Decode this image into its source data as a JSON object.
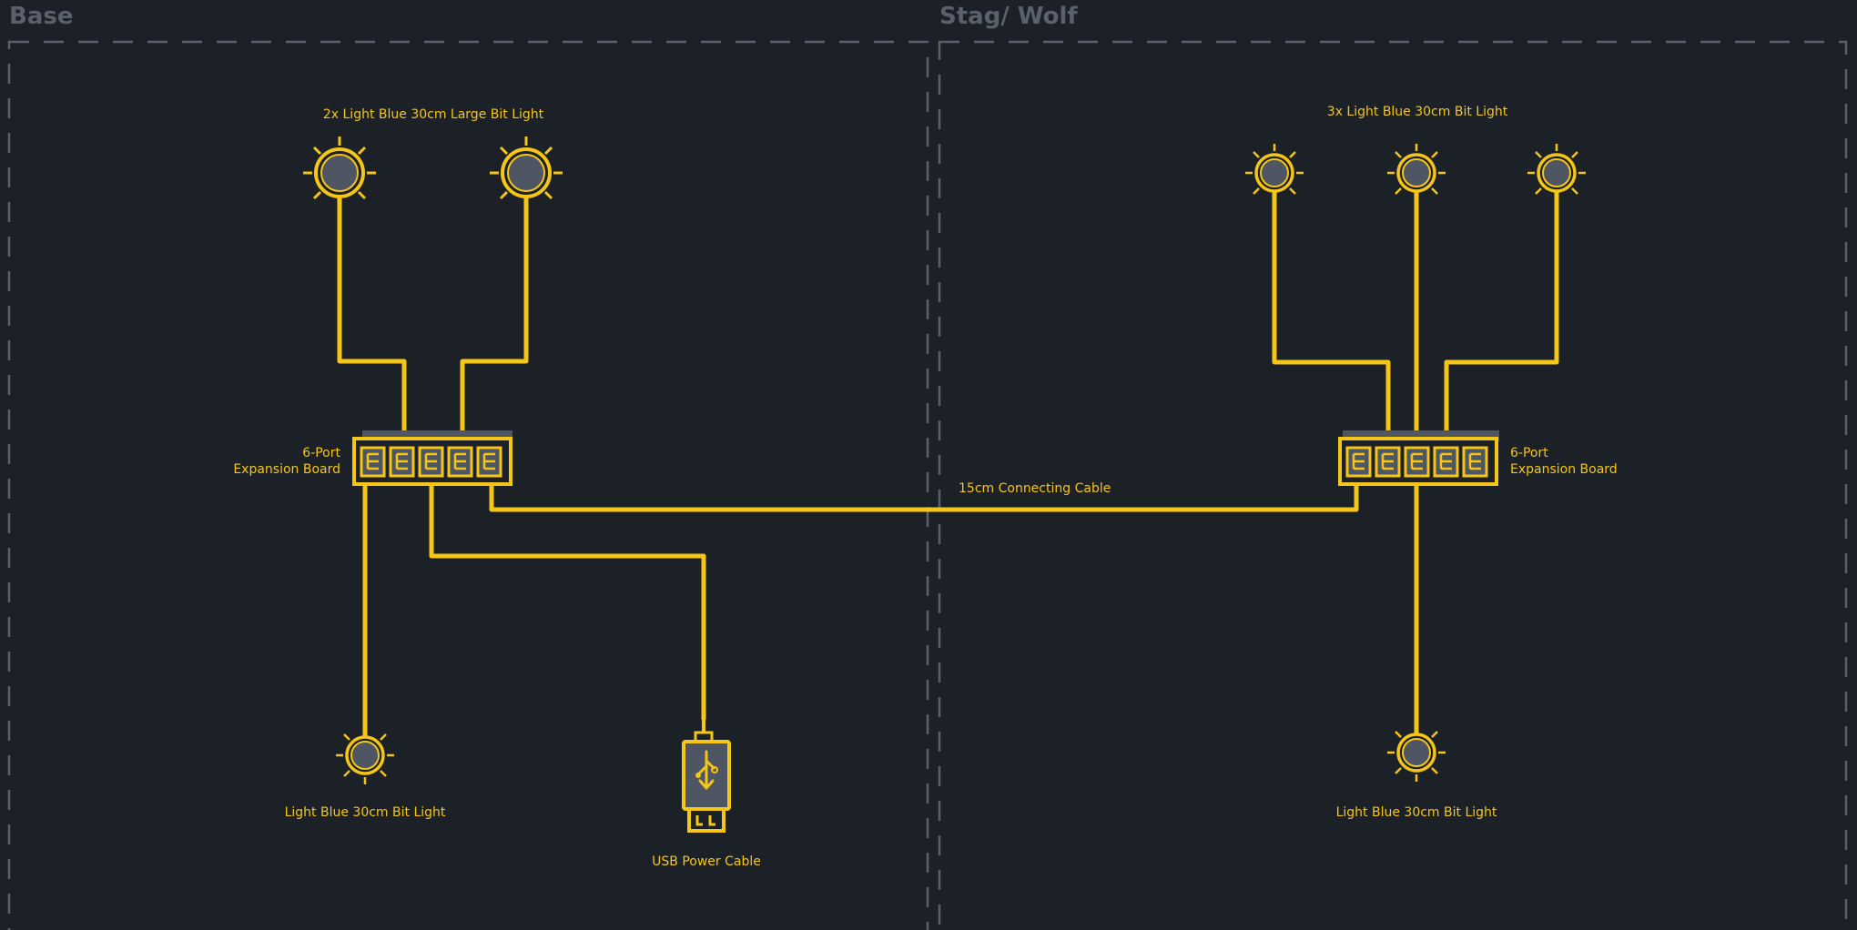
{
  "sections": {
    "base_title": "Base",
    "stag_title": "Stag/ Wolf"
  },
  "labels": {
    "base_top_lights": "2x Light Blue 30cm Large Bit Light",
    "stag_top_lights": "3x Light Blue 30cm Bit Light",
    "base_board_line1": "6-Port",
    "base_board_line2": "Expansion Board",
    "stag_board_line1": "6-Port",
    "stag_board_line2": "Expansion Board",
    "connecting_cable": "15cm Connecting Cable",
    "base_bottom_light": "Light Blue 30cm Bit Light",
    "usb_cable": "USB Power Cable",
    "stag_bottom_light": "Light Blue 30cm Bit Light"
  },
  "colors": {
    "background": "#1c2128",
    "accent": "#f5c518",
    "muted": "#59616c",
    "component_fill": "#4d5662"
  },
  "icons": [
    "bit-light-icon",
    "expansion-board-icon",
    "usb-plug-icon"
  ]
}
